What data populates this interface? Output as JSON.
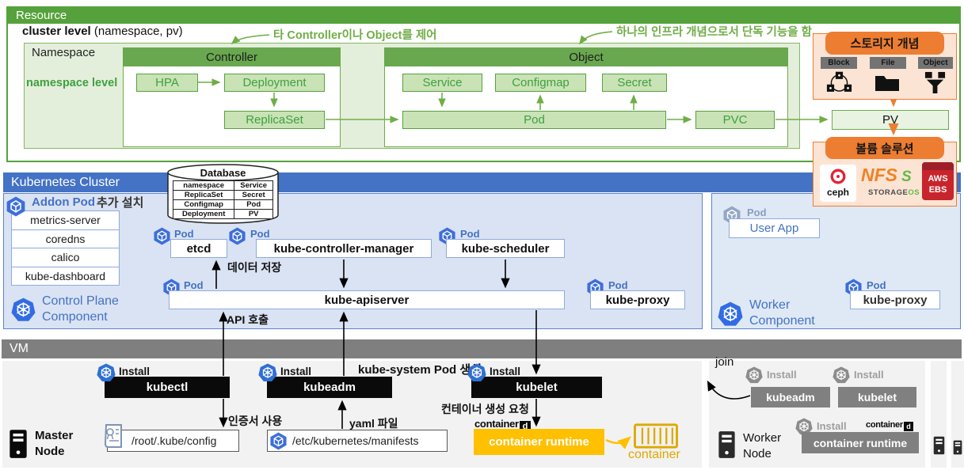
{
  "colors": {
    "green": "#55a23c",
    "green_box_fill": "#c9e3b6",
    "green_pale": "#e3efdb",
    "annotation_green": "#70ad47",
    "blue_header": "#4472c4",
    "panel_blue": "#dae3f3",
    "k8s_blue": "#3d6edb",
    "orange": "#ed7d31",
    "orange_pale": "#fce4d4",
    "gray_header": "#7f7f7f",
    "panel_gray": "#f2f2f2",
    "yellow": "#ffc000",
    "ceph_red": "#e02333",
    "nfs_orange": "#f08223",
    "storageos_green": "#62bb46",
    "aws_red": "#c7242c"
  },
  "resource": {
    "title": "Resource",
    "cluster_level": "cluster level",
    "cluster_level_note": "(namespace, pv)",
    "namespace_label": "Namespace",
    "namespace_level": "namespace level",
    "annotation_controller": "타 Controller이나 Object를 제어",
    "annotation_object": "하나의 인프라 개념으로서 단독 기능을 함",
    "controller": {
      "header": "Controller",
      "hpa": "HPA",
      "deployment": "Deployment",
      "replicaset": "ReplicaSet"
    },
    "object": {
      "header": "Object",
      "service": "Service",
      "configmap": "Configmap",
      "secret": "Secret",
      "pod": "Pod",
      "pvc": "PVC"
    },
    "pv": "PV",
    "storage": {
      "title": "스토리지 개념",
      "block": "Block",
      "file": "File",
      "object": "Object"
    },
    "volume": {
      "title": "볼륨 솔루션",
      "ceph": "ceph",
      "nfs": "NFS",
      "storageos_s": "S",
      "storageos_main": "STORAGE",
      "storageos_os": "OS",
      "aws_line1": "AWS",
      "aws_line2": "EBS"
    }
  },
  "cluster": {
    "title": "Kubernetes Cluster",
    "pod_badge": "Pod",
    "database": {
      "title": "Database",
      "rows": [
        [
          "namespace",
          "Service"
        ],
        [
          "ReplicaSet",
          "Secret"
        ],
        [
          "Configmap",
          "Pod"
        ],
        [
          "Deployment",
          "PV"
        ]
      ]
    },
    "addon": {
      "label": "Addon Pod",
      "sublabel": "추가 설치",
      "items": [
        "metrics-server",
        "coredns",
        "calico",
        "kube-dashboard"
      ]
    },
    "etcd": "etcd",
    "controller_manager": "kube-controller-manager",
    "scheduler": "kube-scheduler",
    "apiserver": "kube-apiserver",
    "kube_proxy": "kube-proxy",
    "data_store_label": "데이터 저장",
    "api_call_label": "API 호출",
    "control_plane_line1": "Control Plane",
    "control_plane_line2": "Component",
    "worker_line1": "Worker",
    "worker_line2": "Component",
    "user_app": "User App"
  },
  "vm": {
    "title": "VM",
    "install": "Install",
    "master": {
      "node_line1": "Master",
      "node_line2": "Node",
      "kubectl": "kubectl",
      "kubeadm": "kubeadm",
      "kubelet": "kubelet",
      "kube_system_label": "kube-system Pod 생성",
      "cert_label": "인증서 사용",
      "yaml_label": "yaml 파일",
      "container_request_label": "컨테이너 생성 요청",
      "config_path": "/root/.kube/config",
      "manifests_path": "/etc/kubernetes/manifests",
      "containerd_text": "container",
      "containerd_d": "d",
      "container_runtime": "container runtime",
      "container_label": "container"
    },
    "worker": {
      "join": "join",
      "node_line1": "Worker",
      "node_line2": "Node",
      "kubeadm": "kubeadm",
      "kubelet": "kubelet",
      "container_runtime": "container runtime",
      "containerd_text": "container",
      "containerd_d": "d"
    }
  }
}
